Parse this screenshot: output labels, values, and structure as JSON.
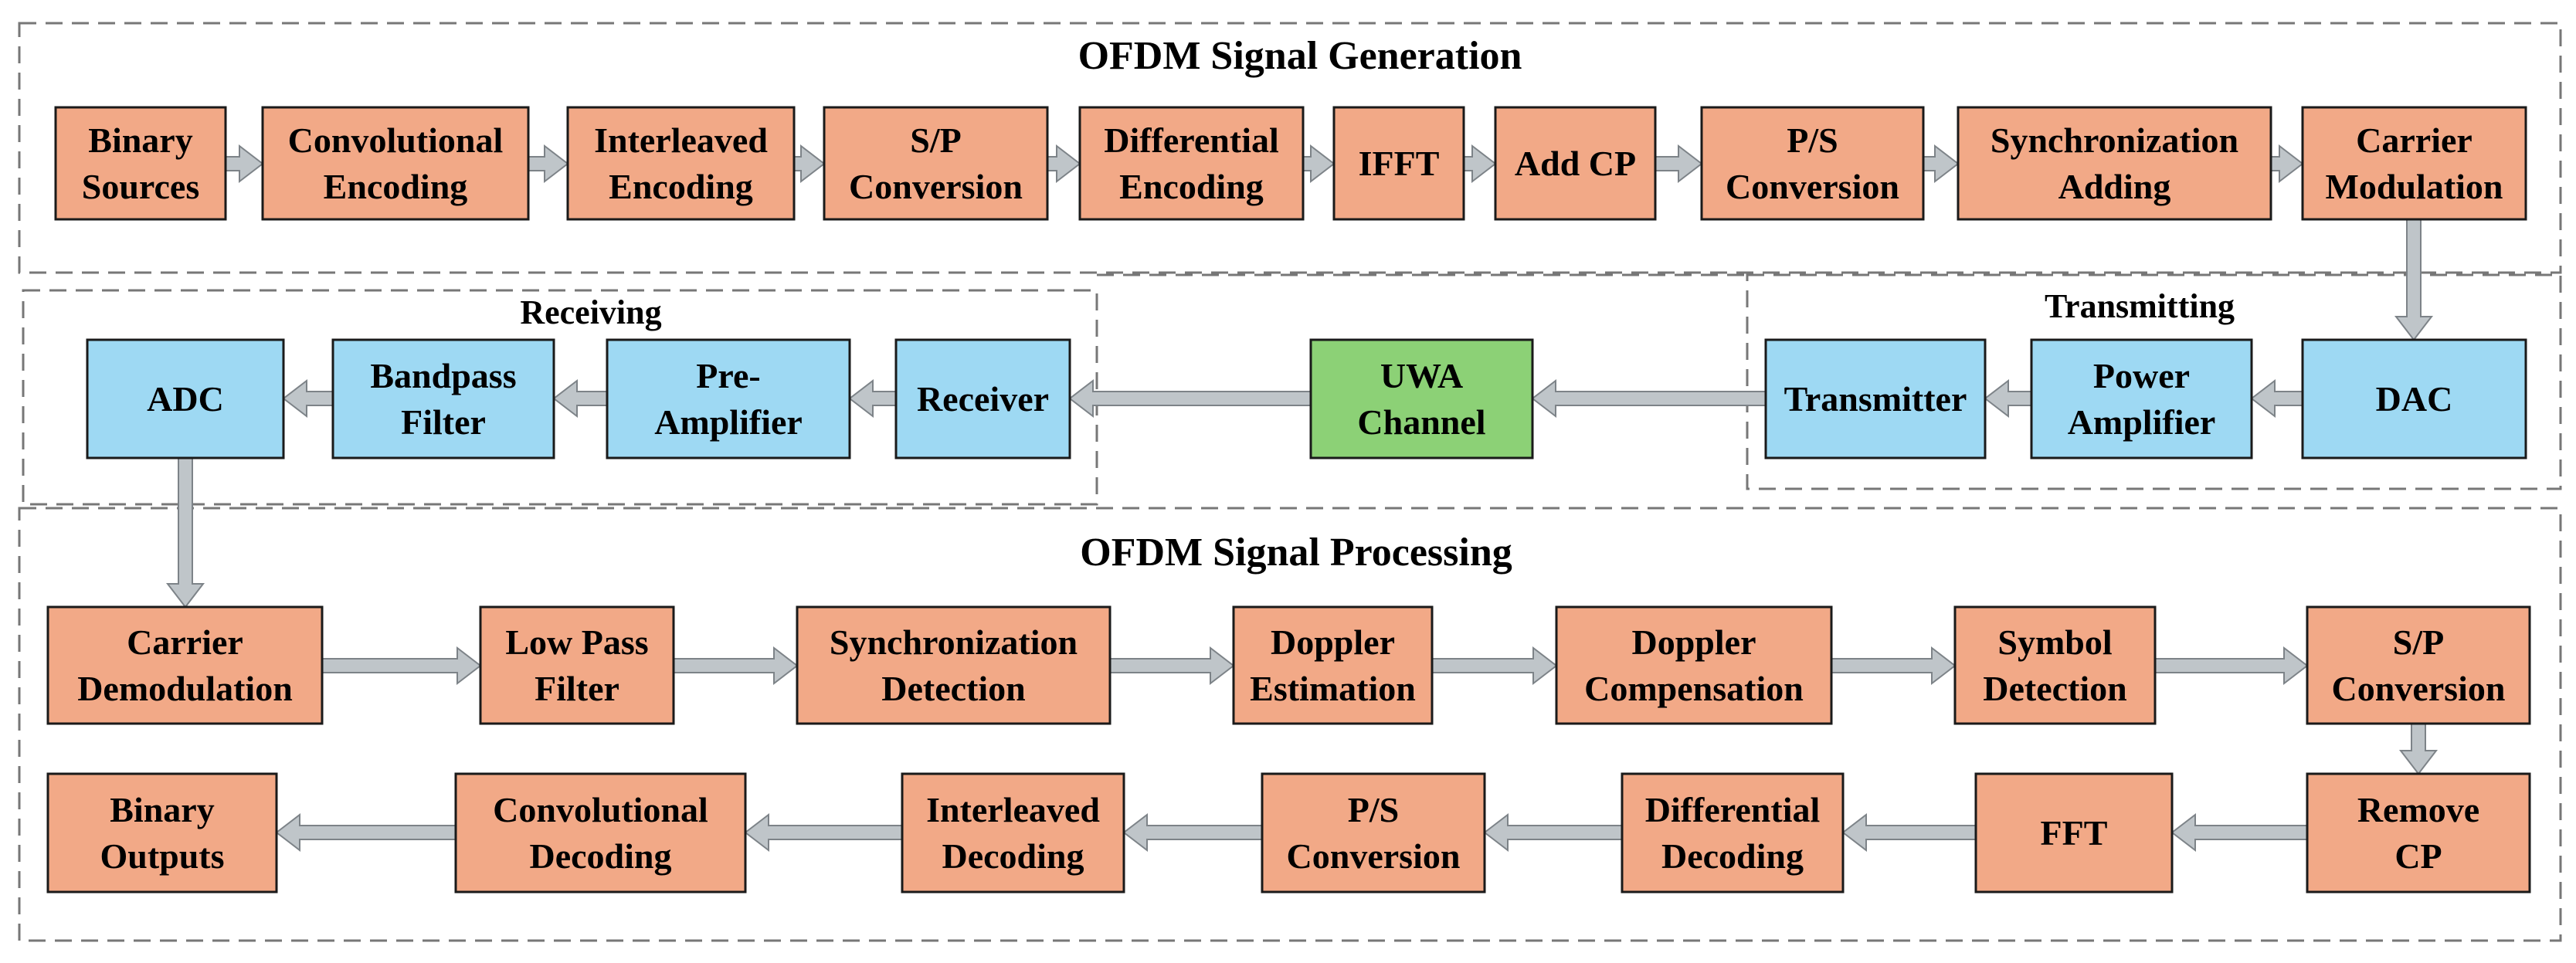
{
  "colors": {
    "process": "#F2A987",
    "rf": "#9ED9F3",
    "channel": "#8CD176",
    "box_stroke": "#1a1a1a",
    "arrow_fill": "#BFC5C9",
    "arrow_stroke": "#7d8388",
    "section_border": "#777777"
  },
  "sections": {
    "generation": "OFDM Signal Generation",
    "receiving": "Receiving",
    "transmitting": "Transmitting",
    "processing": "OFDM Signal Processing"
  },
  "blocks": {
    "binary_sources": [
      "Binary",
      "Sources"
    ],
    "convolutional_encoding": [
      "Convolutional",
      "Encoding"
    ],
    "interleaved_encoding": [
      "Interleaved",
      "Encoding"
    ],
    "sp_conversion_tx": [
      "S/P",
      "Conversion"
    ],
    "differential_encoding": [
      "Differential",
      "Encoding"
    ],
    "ifft": [
      "IFFT"
    ],
    "add_cp": [
      "Add CP"
    ],
    "ps_conversion_tx": [
      "P/S",
      "Conversion"
    ],
    "synchronization_adding": [
      "Synchronization",
      "Adding"
    ],
    "carrier_modulation": [
      "Carrier",
      "Modulation"
    ],
    "dac": [
      "DAC"
    ],
    "power_amplifier": [
      "Power",
      "Amplifier"
    ],
    "transmitter": [
      "Transmitter"
    ],
    "uwa_channel": [
      "UWA",
      "Channel"
    ],
    "receiver": [
      "Receiver"
    ],
    "pre_amplifier": [
      "Pre-",
      "Amplifier"
    ],
    "bandpass_filter": [
      "Bandpass",
      "Filter"
    ],
    "adc": [
      "ADC"
    ],
    "carrier_demodulation": [
      "Carrier",
      "Demodulation"
    ],
    "low_pass_filter": [
      "Low Pass",
      "Filter"
    ],
    "synchronization_detection": [
      "Synchronization",
      "Detection"
    ],
    "doppler_estimation": [
      "Doppler",
      "Estimation"
    ],
    "doppler_compensation": [
      "Doppler",
      "Compensation"
    ],
    "symbol_detection": [
      "Symbol",
      "Detection"
    ],
    "sp_conversion_rx": [
      "S/P",
      "Conversion"
    ],
    "remove_cp": [
      "Remove",
      "CP"
    ],
    "fft": [
      "FFT"
    ],
    "differential_decoding": [
      "Differential",
      "Decoding"
    ],
    "ps_conversion_rx": [
      "P/S",
      "Conversion"
    ],
    "interleaved_decoding": [
      "Interleaved",
      "Decoding"
    ],
    "convolutional_decoding": [
      "Convolutional",
      "Decoding"
    ],
    "binary_outputs": [
      "Binary",
      "Outputs"
    ]
  }
}
